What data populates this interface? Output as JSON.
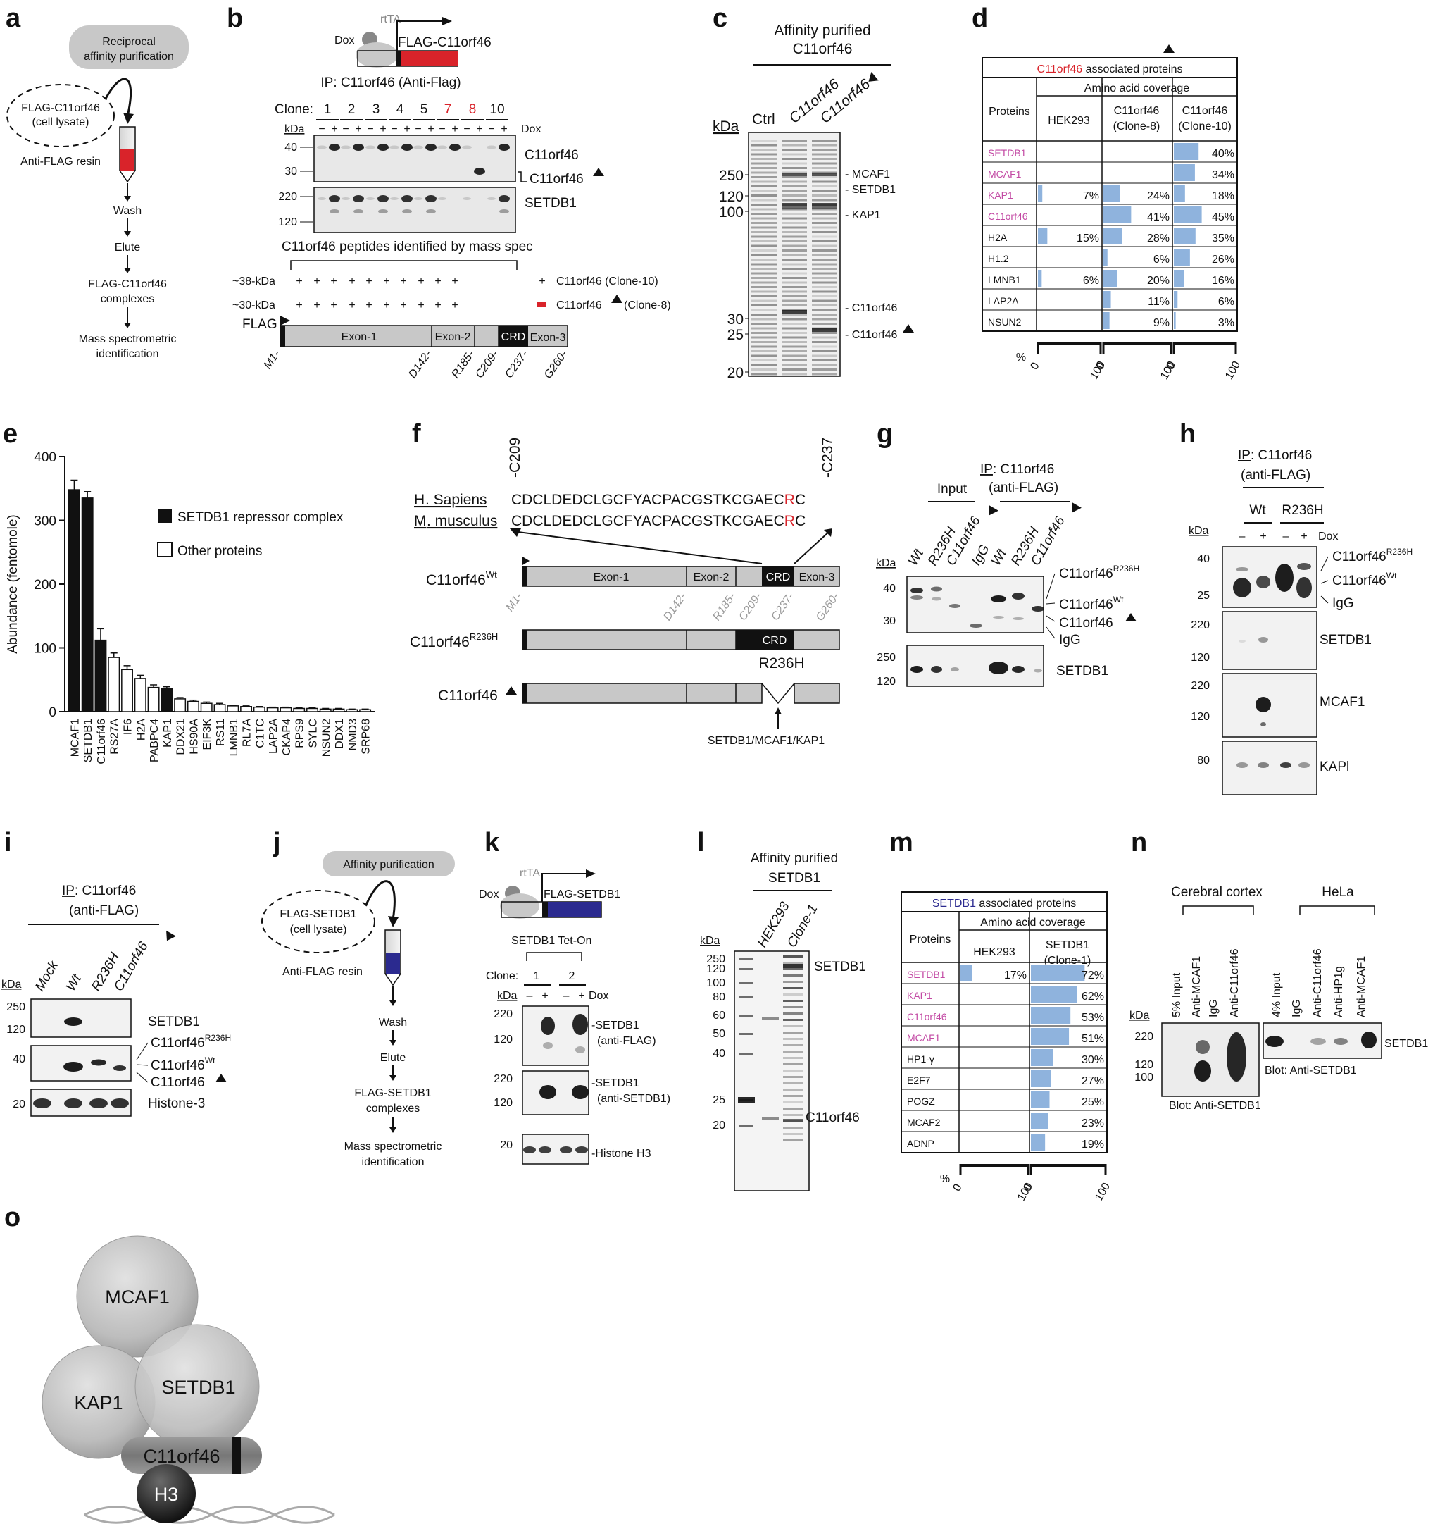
{
  "colors": {
    "red": "#d9232a",
    "blue": "#2b2a8f",
    "magenta": "#c34aa4",
    "bar_blue": "#8fb3dd",
    "gray": "#c8c8c8",
    "red_label": "#d9232a"
  },
  "panel_letters": [
    "a",
    "b",
    "c",
    "d",
    "e",
    "f",
    "g",
    "h",
    "i",
    "j",
    "k",
    "l",
    "m",
    "n",
    "o"
  ],
  "a": {
    "title_l1": "Reciprocal",
    "title_l2": "affinity purification",
    "lysate_l1": "FLAG-C11orf46",
    "lysate_l2": "(cell lysate)",
    "resin": "Anti-FLAG resin",
    "wash": "Wash",
    "elute": "Elute",
    "complex_l1": "FLAG-C11orf46",
    "complex_l2": "complexes",
    "ms_l1": "Mass spectrometric",
    "ms_l2": "identification"
  },
  "b": {
    "rtta": "rtTA",
    "dox": "Dox",
    "construct": "FLAG-C11orf46",
    "ip": "IP: C11orf46 (Anti-Flag)",
    "clone_label": "Clone:",
    "clones": [
      "1",
      "2",
      "3",
      "4",
      "5",
      "7",
      "8",
      "10"
    ],
    "kda": "kDa",
    "pm": [
      "−",
      "+"
    ],
    "dox_r": "Dox",
    "kda_top": [
      "40",
      "30"
    ],
    "kda_bot": [
      "220",
      "120"
    ],
    "band_c": "C11orf46",
    "band_cd": "C11orf46",
    "band_s": "SETDB1",
    "peptides": "C11orf46 peptides identified by mass spec",
    "row1_l": "~38-kDa",
    "row2_l": "~30-kDa",
    "plus": "+",
    "row1_r": "C11orf46 (Clone-10)",
    "row2_r": "C11orf46",
    "row2_r2": "(Clone-8)",
    "flag": "FLAG",
    "exon1": "Exon-1",
    "exon2": "Exon-2",
    "crd": "CRD",
    "exon3": "Exon-3",
    "ticks": [
      "M1-",
      "D142-",
      "R185-",
      "C209-",
      "C237-",
      "G260-"
    ]
  },
  "c": {
    "title_l1": "Affinity purified",
    "title_l2": "C11orf46",
    "lanes": [
      "Ctrl",
      "C11orf46",
      "C11orf46"
    ],
    "kda": "kDa",
    "markers": [
      "250",
      "120",
      "100",
      "30",
      "25",
      "20"
    ],
    "bands": [
      "MCAF1",
      "SETDB1",
      "KAP1",
      "C11orf46",
      "C11orf46"
    ]
  },
  "d": {
    "title_red": "C11orf46",
    "title_rest": " associated proteins",
    "coverage": "Amino acid coverage",
    "proteins": "Proteins",
    "cols": [
      "HEK293",
      "C11orf46",
      "(Clone-8)",
      "C11orf46",
      "(Clone-10)"
    ],
    "rows": [
      {
        "name": "SETDB1",
        "hl": true,
        "v": [
          null,
          null,
          40
        ]
      },
      {
        "name": "MCAF1",
        "hl": true,
        "v": [
          null,
          null,
          34
        ]
      },
      {
        "name": "KAP1",
        "hl": true,
        "v": [
          7,
          24,
          18
        ]
      },
      {
        "name": "C11orf46",
        "hl": true,
        "v": [
          null,
          41,
          45
        ]
      },
      {
        "name": "H2A",
        "hl": false,
        "v": [
          15,
          28,
          35
        ]
      },
      {
        "name": "H1.2",
        "hl": false,
        "v": [
          null,
          6,
          26
        ]
      },
      {
        "name": "LMNB1",
        "hl": false,
        "v": [
          6,
          20,
          16
        ]
      },
      {
        "name": "LAP2A",
        "hl": false,
        "v": [
          null,
          11,
          6
        ]
      },
      {
        "name": "NSUN2",
        "hl": false,
        "v": [
          null,
          9,
          3
        ]
      }
    ],
    "pct": "%",
    "axis": [
      "0",
      "100"
    ]
  },
  "e": {
    "chart_data": {
      "type": "bar",
      "ylabel": "Abundance (fentomole)",
      "ylim": [
        0,
        400
      ],
      "yticks": [
        0,
        100,
        200,
        300,
        400
      ],
      "categories": [
        "MCAF1",
        "SETDB1",
        "C11orf46",
        "RS27A",
        "IF6",
        "H2A",
        "PABPC4",
        "KAP1",
        "DDX21",
        "HS90A",
        "EIF3K",
        "RS11",
        "LMNB1",
        "RL7A",
        "C1TC",
        "LAP2A",
        "CKAP4",
        "RPS9",
        "SYLC",
        "NSUN2",
        "DDX1",
        "NMD3",
        "SRP68"
      ],
      "values": [
        348,
        335,
        112,
        85,
        66,
        52,
        38,
        36,
        20,
        16,
        13,
        11,
        9,
        8,
        7,
        6,
        6,
        5,
        5,
        4,
        4,
        3,
        3
      ],
      "errors": [
        15,
        10,
        18,
        7,
        6,
        5,
        4,
        3,
        2,
        2,
        2,
        2,
        1,
        1,
        1,
        1,
        1,
        1,
        1,
        1,
        1,
        1,
        1
      ],
      "black": [
        true,
        true,
        true,
        false,
        false,
        false,
        false,
        true,
        false,
        false,
        false,
        false,
        false,
        false,
        false,
        false,
        false,
        false,
        false,
        false,
        false,
        false,
        false
      ],
      "legend": [
        "SETDB1 repressor complex",
        "Other proteins"
      ]
    }
  },
  "f": {
    "c209": "-C209",
    "c237": "-C237",
    "hs_a": "H",
    "hs_b": ". Sapiens",
    "mm_a": "M",
    "mm_b": ". musculus",
    "seq_a": "CDCLDEDCLGCFYACPACGSTKCGAEC",
    "seq_r": "R",
    "seq_c": "C",
    "wt": "C11orf46",
    "wt_sup": "Wt",
    "exon1": "Exon-1",
    "exon2": "Exon-2",
    "crd": "CRD",
    "exon3": "Exon-3",
    "ticks": [
      "M1-",
      "D142-",
      "R185-",
      "C209-",
      "C237-",
      "G260-"
    ],
    "mut": "C11orf46",
    "mut_sup": "R236H",
    "mut_label": "R236H",
    "del": "C11orf46",
    "arrow_label": "SETDB1/MCAF1/KAP1"
  },
  "g": {
    "ip_a": "IP",
    "ip_b": ": C11orf46",
    "ip_c": "(anti-FLAG)",
    "input": "Input",
    "lanes": [
      "Wt",
      "R236H",
      "C11orf46",
      "IgG",
      "Wt",
      "R236H",
      "C11orf46"
    ],
    "kda": "kDa",
    "m_top": [
      "40",
      "30"
    ],
    "m_bot": [
      "250",
      "120"
    ],
    "b1": "C11orf46",
    "b1s": "R236H",
    "b2": "C11orf46",
    "b2s": "Wt",
    "b3": "C11orf46",
    "b4": "IgG",
    "b5": "SETDB1"
  },
  "h": {
    "ip_a": "IP",
    "ip_b": ": C11orf46",
    "ip_c": "(anti-FLAG)",
    "wt": "Wt",
    "r236h": "R236H",
    "kda": "kDa",
    "pm": [
      "–",
      "+",
      "–",
      "+"
    ],
    "dox": "Dox",
    "m1": [
      "40",
      "25"
    ],
    "m2": [
      "220",
      "120"
    ],
    "m3": [
      "220",
      "120"
    ],
    "m4": [
      "80"
    ],
    "b1": "C11orf46",
    "b1s": "R236H",
    "b2": "C11orf46",
    "b2s": "Wt",
    "b3": "IgG",
    "b4": "SETDB1",
    "b5": "MCAF1",
    "b6": "KAPl"
  },
  "i": {
    "ip_a": "IP",
    "ip_b": ": C11orf46",
    "ip_c": "(anti-FLAG)",
    "lanes": [
      "Mock",
      "Wt",
      "R236H",
      "C11orf46"
    ],
    "kda": "kDa",
    "m1": [
      "250",
      "120"
    ],
    "m2": [
      "40"
    ],
    "m3": [
      "20"
    ],
    "b1": "SETDB1",
    "b2": "C11orf46",
    "b2s": "R236H",
    "b3": "C11orf46",
    "b3s": "Wt",
    "b4": "C11orf46",
    "b5": "Histone-3"
  },
  "j": {
    "title": "Affinity purification",
    "lysate_l1": "FLAG-SETDB1",
    "lysate_l2": "(cell lysate)",
    "resin": "Anti-FLAG resin",
    "wash": "Wash",
    "elute": "Elute",
    "complex_l1": "FLAG-SETDB1",
    "complex_l2": "complexes",
    "ms_l1": "Mass spectrometric",
    "ms_l2": "identification"
  },
  "k": {
    "rtta": "rtTA",
    "dox": "Dox",
    "construct": "FLAG-SETDB1",
    "teton": "SETDB1 Tet-On",
    "clone": "Clone:",
    "clones": [
      "1",
      "2"
    ],
    "kda": "kDa",
    "pm": [
      "–",
      "+",
      "–",
      "+"
    ],
    "doxr": "Dox",
    "m1": [
      "220",
      "120"
    ],
    "m2": [
      "220",
      "120"
    ],
    "m3": [
      "20"
    ],
    "b1a": "-SETDB1",
    "b1b": "(anti-FLAG)",
    "b2a": "-SETDB1",
    "b2b": "(anti-SETDB1)",
    "b3": "-Histone H3"
  },
  "l": {
    "title_l1": "Affinity purified",
    "title_l2": "SETDB1",
    "lanes": [
      "HEK293",
      "Clone-1"
    ],
    "kda": "kDa",
    "markers": [
      "250",
      "120",
      "100",
      "80",
      "60",
      "50",
      "40",
      "25",
      "20"
    ],
    "b1": "SETDB1",
    "b2": "C11orf46"
  },
  "m": {
    "title_blue": "SETDB1",
    "title_rest": " associated proteins",
    "coverage": "Amino acid coverage",
    "proteins": "Proteins",
    "cols": [
      "HEK293",
      "SETDB1",
      "(Clone-1)"
    ],
    "rows": [
      {
        "name": "SETDB1",
        "hl": true,
        "v": [
          17,
          72
        ]
      },
      {
        "name": "KAP1",
        "hl": true,
        "v": [
          null,
          62
        ]
      },
      {
        "name": "C11orf46",
        "hl": true,
        "v": [
          null,
          53
        ]
      },
      {
        "name": "MCAF1",
        "hl": true,
        "v": [
          null,
          51
        ]
      },
      {
        "name": "HP1-γ",
        "hl": false,
        "v": [
          null,
          30
        ]
      },
      {
        "name": "E2F7",
        "hl": false,
        "v": [
          null,
          27
        ]
      },
      {
        "name": "POGZ",
        "hl": false,
        "v": [
          null,
          25
        ]
      },
      {
        "name": "MCAF2",
        "hl": false,
        "v": [
          null,
          23
        ]
      },
      {
        "name": "ADNP",
        "hl": false,
        "v": [
          null,
          19
        ]
      }
    ],
    "pct": "%",
    "axis": [
      "0",
      "100"
    ]
  },
  "n": {
    "cortex": "Cerebral cortex",
    "hela": "HeLa",
    "lanes1": [
      "5% Input",
      "Anti-MCAF1",
      "IgG",
      "Anti-C11orf46"
    ],
    "lanes2": [
      "4% Input",
      "IgG",
      "Anti-C11orf46",
      "Anti-HP1g",
      "Anti-MCAF1"
    ],
    "kda": "kDa",
    "markers": [
      "220",
      "120",
      "100"
    ],
    "band": "SETDB1",
    "blot1": "Blot: Anti-SETDB1",
    "blot2": "Blot: Anti-SETDB1"
  },
  "o": {
    "mcaf1": "MCAF1",
    "kap1": "KAP1",
    "setdb1": "SETDB1",
    "c11": "C11orf46",
    "h3": "H3"
  }
}
